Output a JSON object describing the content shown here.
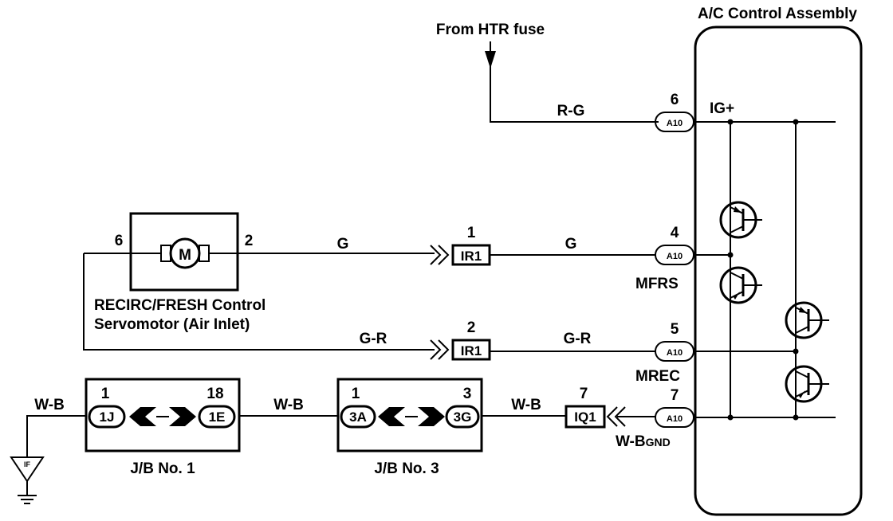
{
  "title": "A/C Control Assembly",
  "source": {
    "label": "From HTR fuse"
  },
  "wires": {
    "rg": "R-G",
    "g_left": "G",
    "g_right": "G",
    "gr_left": "G-R",
    "gr_right": "G-R",
    "wb_ground": "W-B",
    "wb_mid": "W-B",
    "wb_right": "W-B"
  },
  "connectors": {
    "a10": "A10",
    "ir1": "IR1",
    "iq1": "IQ1",
    "j1": "1J",
    "e1": "1E",
    "a3": "3A",
    "g3": "3G"
  },
  "pins": {
    "a10_top": "6",
    "a10_mfrs": "4",
    "a10_mrec": "5",
    "a10_gnd": "7",
    "ir1_top": "1",
    "ir1_bottom": "2",
    "iq1": "7",
    "motor_left": "6",
    "motor_right": "2",
    "jb1_left": "1",
    "jb1_right": "18",
    "jb3_left": "1",
    "jb3_right": "3"
  },
  "terminals": {
    "ig": "IG+",
    "mfrs": "MFRS",
    "mrec": "MREC",
    "wbgnd_main": "W-B",
    "wbgnd_sub": "GND"
  },
  "components": {
    "motor_symbol": "M",
    "motor_line1": "RECIRC/FRESH Control",
    "motor_line2": "Servomotor (Air Inlet)",
    "jb1": "J/B No. 1",
    "jb3": "J/B No. 3",
    "ground_tag": "IF"
  }
}
